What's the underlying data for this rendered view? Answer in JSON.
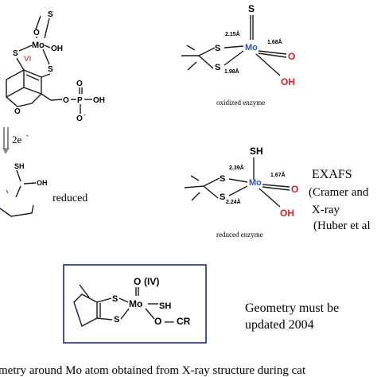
{
  "molecules": {
    "top_left": {
      "atom_s_top": "S",
      "atom_o_top": "O",
      "atom_mo": "Mo",
      "atom_oh": "OH",
      "atom_s_left": "S",
      "oxidation": "VI",
      "atom_s_right": "S",
      "atom_o_ring": "O",
      "atom_o_chain": "O",
      "atom_p": "P",
      "atom_o_p_top": "O",
      "atom_oh_p": "OH",
      "atom_o_p_bottom": "O",
      "charge": "-"
    },
    "oxidized": {
      "atom_s_top": "S",
      "bond1": "2.15Å",
      "bond2": "1.68Å",
      "bond3": "1.98Å",
      "atom_s_a": "S",
      "atom_s_b": "S",
      "atom_mo": "Mo",
      "atom_o": "O",
      "atom_oh": "OH",
      "caption": "oxidized enzyme"
    },
    "reduced_left": {
      "electrons": "2e",
      "electron_charge": "-",
      "atom_sh": "SH",
      "atom_oh": "OH",
      "label": "reduced"
    },
    "reduced": {
      "atom_sh": "SH",
      "bond1": "2.39Å",
      "bond2": "1.67Å",
      "bond3": "2.24Å",
      "atom_s_a": "S",
      "atom_s_b": "S",
      "atom_mo": "Mo",
      "atom_o": "O",
      "atom_oh": "OH",
      "caption": "reduced enzyme"
    },
    "boxed": {
      "atom_o": "O",
      "oxidation": "(IV)",
      "atom_s_a": "S",
      "atom_mo": "Mo",
      "atom_sh": "SH",
      "atom_s_b": "S",
      "ester": "O — CR"
    }
  },
  "notes": {
    "exafs": "EXAFS",
    "cramer": "(Cramer and",
    "xray": "X-ray",
    "huber": "(Huber et al",
    "geometry_line1": "Geometry must be",
    "geometry_line2": "updated 2004"
  },
  "caption_bottom": "metry around Mo atom obtained from X-ray structure during cat",
  "colors": {
    "oxygen": "#d6212a",
    "molybdenum_highlight": "#2a4fd6",
    "bond": "#1a1a1a",
    "arrow": "#8c8c8c",
    "box_border": "#1f2a78"
  }
}
